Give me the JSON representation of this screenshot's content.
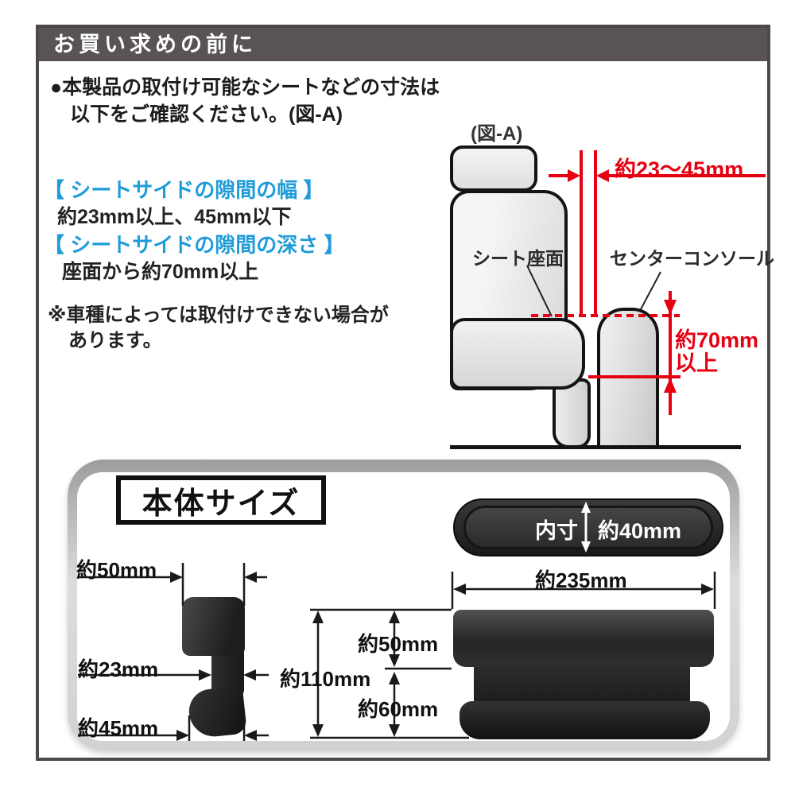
{
  "colors": {
    "accent_red": "#e60012",
    "accent_blue": "#1e9cd8",
    "header_bg": "#595354",
    "frame_border": "#4d4849"
  },
  "header": {
    "title": "お買い求めの前に"
  },
  "intro": {
    "line1": "●本製品の取付け可能なシートなどの寸法は",
    "line2": "以下をご確認ください。(図-A)"
  },
  "specs": {
    "width_heading": "【 シートサイドの隙間の幅 】",
    "width_value": "約23mm以上、45mm以下",
    "depth_heading": "【 シートサイドの隙間の深さ 】",
    "depth_value": "座面から約70mm以上",
    "note_line1": "※車種によっては取付けできない場合が",
    "note_line2": "あります。"
  },
  "figure_a": {
    "caption": "(図-A)",
    "seat_label": "シート座面",
    "console_label": "センターコンソール",
    "gap_width_dim": "約23～45mm",
    "depth_dim_line1": "約70mm",
    "depth_dim_line2": "以上"
  },
  "body_size": {
    "title": "本体サイズ",
    "inner_label": "内寸",
    "inner_width": "約40mm",
    "overall_length": "約235mm",
    "hook_top_width": "約50mm",
    "hook_neck_width": "約23mm",
    "hook_foot_width": "約45mm",
    "overall_height": "約110mm",
    "upper_height": "約50mm",
    "lower_height": "約60mm"
  }
}
